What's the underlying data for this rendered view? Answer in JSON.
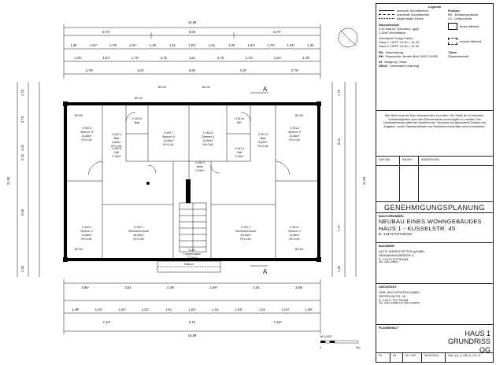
{
  "legend": {
    "title": "Legende",
    "lines": [
      "oberhalb Schnittebene",
      "unterhalb Schnittebene",
      "Abgehängte Decke"
    ],
    "window_title": "Fenster:",
    "window_items": [
      "Brüstungsnische",
      "Lichtschacht",
      "Innen öffnend",
      "aussen öffnend"
    ],
    "window_codes": [
      "BR",
      "LS"
    ],
    "room_stamp_title": "Raumstempel",
    "room_stamp_lines": [
      "1.02 Bad Nr. Raumbez. (ggf)",
      "2,45m²  Wohnfläche"
    ],
    "okff_lines": [
      "Oberkante Fertig-Fußbd.",
      "Haus 1: OKFF ±0,00 = 31,31",
      "Haus 2: OKFF ±0,00 = 31,00"
    ],
    "codes_left": [
      [
        "RA",
        "Rauchabzug"
      ],
      [
        "RH",
        "Raumhöhe; lichtes Maß OKFF-UKRD"
      ],
      [
        "St",
        "Steigung / Stufe"
      ],
      [
        "UKUZ",
        "Unterkante Unterzug"
      ]
    ],
    "codes_right": [
      [
        "Türen",
        ""
      ],
      [
        "Glasausschnitt",
        ""
      ]
    ]
  },
  "notes": "Alle Maße sind am Bau verantwortlich zu prüfen. Die Statik ist zu beachten. Unstimmigkeiten sind dem Planverfasser unverzüglich zu melden. Bei Nichtbeachtung haftet der Ausführende. Verweise auf gesonderte Details und Angaben, sowie Standarddetails und Herstellervorschriften sind zu beachten.",
  "revision_cols": [
    "DATUM",
    "INDEX",
    "ÄNDERUNG"
  ],
  "phase": "GENEHMIGUNGSPLANUNG",
  "project": {
    "label": "BAUVORHABEN",
    "line1": "NEUBAU EINES WOHNGEBÄUDES",
    "line2": "HAUS 1 - KUSSELSTR. 45",
    "line3": "D- 14473 POTSDAM"
  },
  "client": {
    "label": "BAUHERR",
    "lines": [
      "AKTIV WERKSTÄTTEN gGMBH",
      "HERMANNSWERDER 5",
      "D- 14473 POTSDAM",
      "TEL. 0331-27850-1"
    ]
  },
  "architect": {
    "label": "ARCHITEKT",
    "lines": [
      "GPB. ARCHITEKTEN GMBH",
      "ZEPPELINSTR. 49",
      "D- 14471 POTSDAM",
      "TEL. 0331-270080  FAX 0331-2700849"
    ]
  },
  "plan_content": {
    "label": "PLANINHALT",
    "lines": [
      "HAUS 1",
      "GRUNDRISS",
      "OG"
    ]
  },
  "footer": [
    "PJ",
    "A3",
    "M 1:100",
    "06.08.2013",
    "Ha1_w1_4_OB_G_OG_D"
  ],
  "scale": {
    "label": "M 1/100",
    "start": "0",
    "end": "3m"
  },
  "plan": {
    "top_dims": {
      "total": "19,99",
      "segments": [
        "6,74¹",
        "6,50",
        "6,74¹"
      ]
    },
    "top_row2": [
      "1,30",
      "1,01³",
      "1,73¹",
      "1,01³",
      "1,30",
      "1,51",
      "1,01³",
      "1,51",
      "1,30",
      "1,01³",
      "1,73¹",
      "1,01³",
      "1,30"
    ],
    "top_row3": [
      "2,75¹",
      "1,81³",
      "1,73¹",
      "2,75",
      "1,51",
      "2,75",
      "1,73¹",
      "1,81³",
      "2,75¹"
    ],
    "top_row4": [
      "2,75¹",
      "6,37",
      "6,50",
      "6,37",
      "2,75¹"
    ],
    "bottom_row1": [
      "2,85¹",
      "3,63",
      "2,48³",
      "2,48³",
      "4,04",
      "2,85¹"
    ],
    "bottom_row2": [
      "1,39²",
      "1,01³",
      "1,51¹",
      "1,01³",
      "1,51",
      "1,01³",
      "1,51",
      "1,01³",
      "1,51",
      "1,01³",
      "1,39²"
    ],
    "bottom_row3": [
      "7,13³",
      "5,72",
      "7,13³"
    ],
    "bottom_total": "19,99",
    "left_dims": [
      "1,75",
      "3,76",
      "1,06",
      "2,15",
      "11,99",
      "5,66",
      "1,36"
    ],
    "right_dims": [
      "1,75",
      "5,42",
      "11,99",
      "7,17",
      "1,36"
    ],
    "rooms": [
      {
        "id": "O.W2.3",
        "name": "Zimmer 3",
        "area": "14,85m²",
        "rh": "RH:2,60"
      },
      {
        "id": "O.W2.4",
        "name": "Bad",
        "area": "6,82m²",
        "rh": "RH:2,60"
      },
      {
        "id": "O.W2.5",
        "name": "HW",
        "area": "3,76m²",
        "rh": ""
      },
      {
        "id": "O.W2.6",
        "name": "Bad",
        "area": "",
        "rh": ""
      },
      {
        "id": "O.W2.7",
        "name": "Zimmer 3",
        "area": "13,80m²",
        "rh": "RH:2,60"
      },
      {
        "id": "O.W2.8",
        "name": "Zimmer 4",
        "area": "13,80m²",
        "rh": "RH:2,60"
      },
      {
        "id": "O.W1.6",
        "name": "WC",
        "area": "",
        "rh": ""
      },
      {
        "id": "O.W1.4",
        "name": "HW",
        "area": "3,76m²",
        "rh": ""
      },
      {
        "id": "O.W1.5",
        "name": "Bad",
        "area": "6,82m²",
        "rh": "RH:2,60"
      },
      {
        "id": "O.W1.3",
        "name": "Zimmer 2",
        "area": "14,85m²",
        "rh": "RH:2,60"
      },
      {
        "id": "O.W2.9",
        "name": "Abst.",
        "area": "2,29m²",
        "rh": ""
      },
      {
        "id": "O.W2.2",
        "name": "Zimmer 1",
        "area": "14,85m²",
        "rh": "RH:2,60"
      },
      {
        "id": "O.W2.1",
        "name": "Wohnen/Küche",
        "area": "48,00m²",
        "rh": "RH:2,60"
      },
      {
        "id": "O.W1.1",
        "name": "Wohnen/Küche",
        "area": "26,30m²",
        "rh": "RH:2,60"
      },
      {
        "id": "O.W1.2",
        "name": "Zimmer 1",
        "area": "14,85m²",
        "rh": "RH:2,60"
      },
      {
        "id": "O.A.1",
        "name": "Treppenraum",
        "area": "13,69m²",
        "rh": ""
      },
      {
        "id": "O.A.2",
        "name": "Balkon",
        "area": "",
        "rh": ""
      }
    ],
    "bh_labels": [
      "BH:90",
      "BH:90",
      "BH:90",
      "BH:90",
      "BH:90",
      "BH:90",
      "BH:90"
    ],
    "section": "A"
  }
}
